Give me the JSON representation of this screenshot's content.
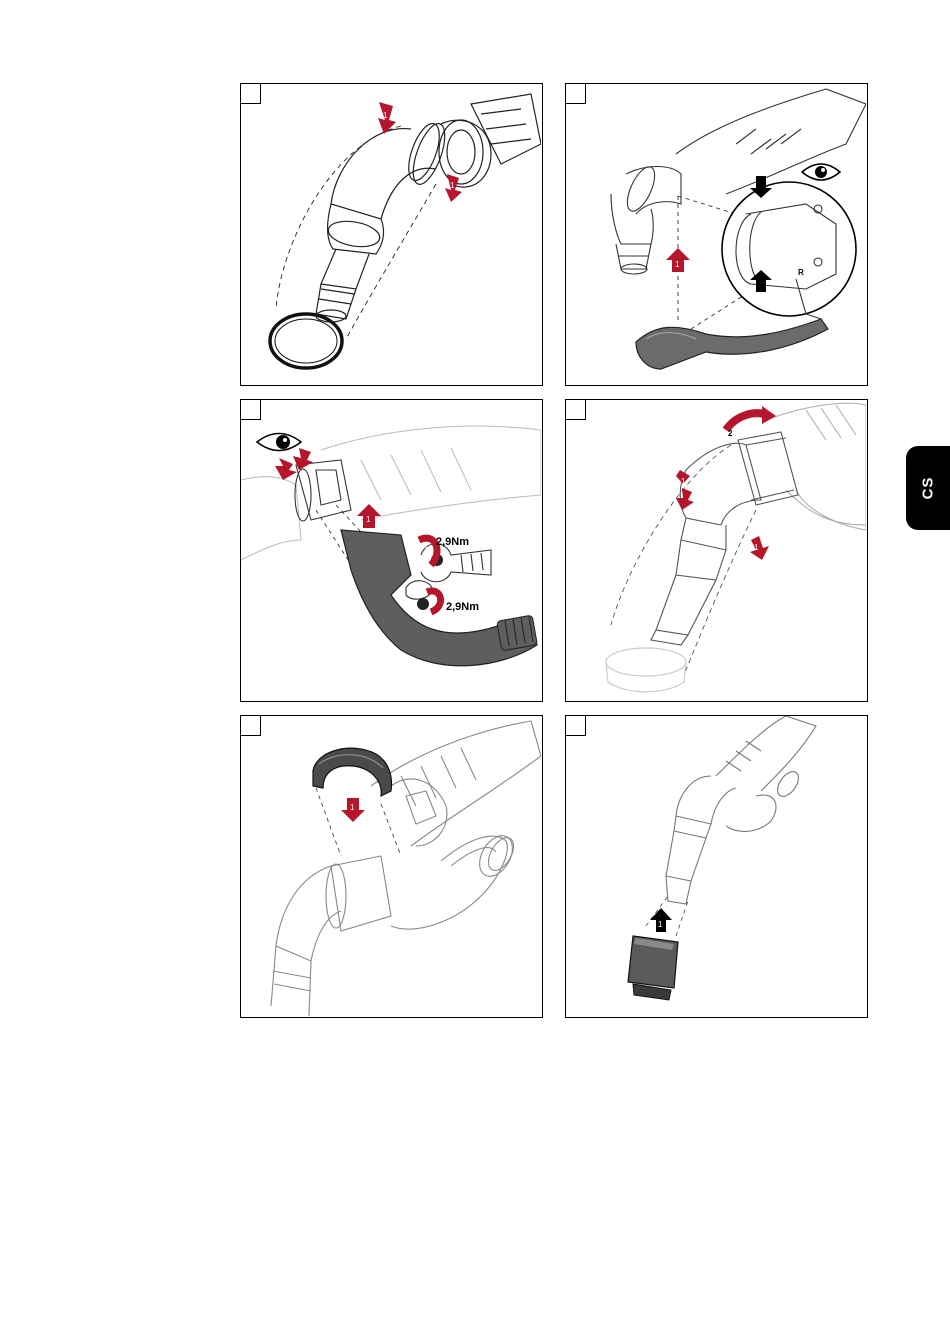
{
  "language_tab": {
    "code": "CS"
  },
  "panels": [
    {
      "id": "step-1"
    },
    {
      "id": "step-2",
      "view_letter": "R"
    },
    {
      "id": "step-3",
      "torque_values": [
        "2,9Nm",
        "2,9Nm"
      ]
    },
    {
      "id": "step-4"
    },
    {
      "id": "step-5"
    },
    {
      "id": "step-6"
    }
  ],
  "arrow_numbers": {
    "step1": [
      "1",
      "1"
    ],
    "step2": [
      "1"
    ],
    "step3": [
      "1",
      "2",
      "3"
    ],
    "step4": [
      "1",
      "1",
      "2"
    ],
    "step5": [
      "1"
    ],
    "step6": [
      "1"
    ]
  },
  "colors": {
    "arrow": "#b5162b",
    "line": "#000000",
    "tab": "#000000"
  }
}
